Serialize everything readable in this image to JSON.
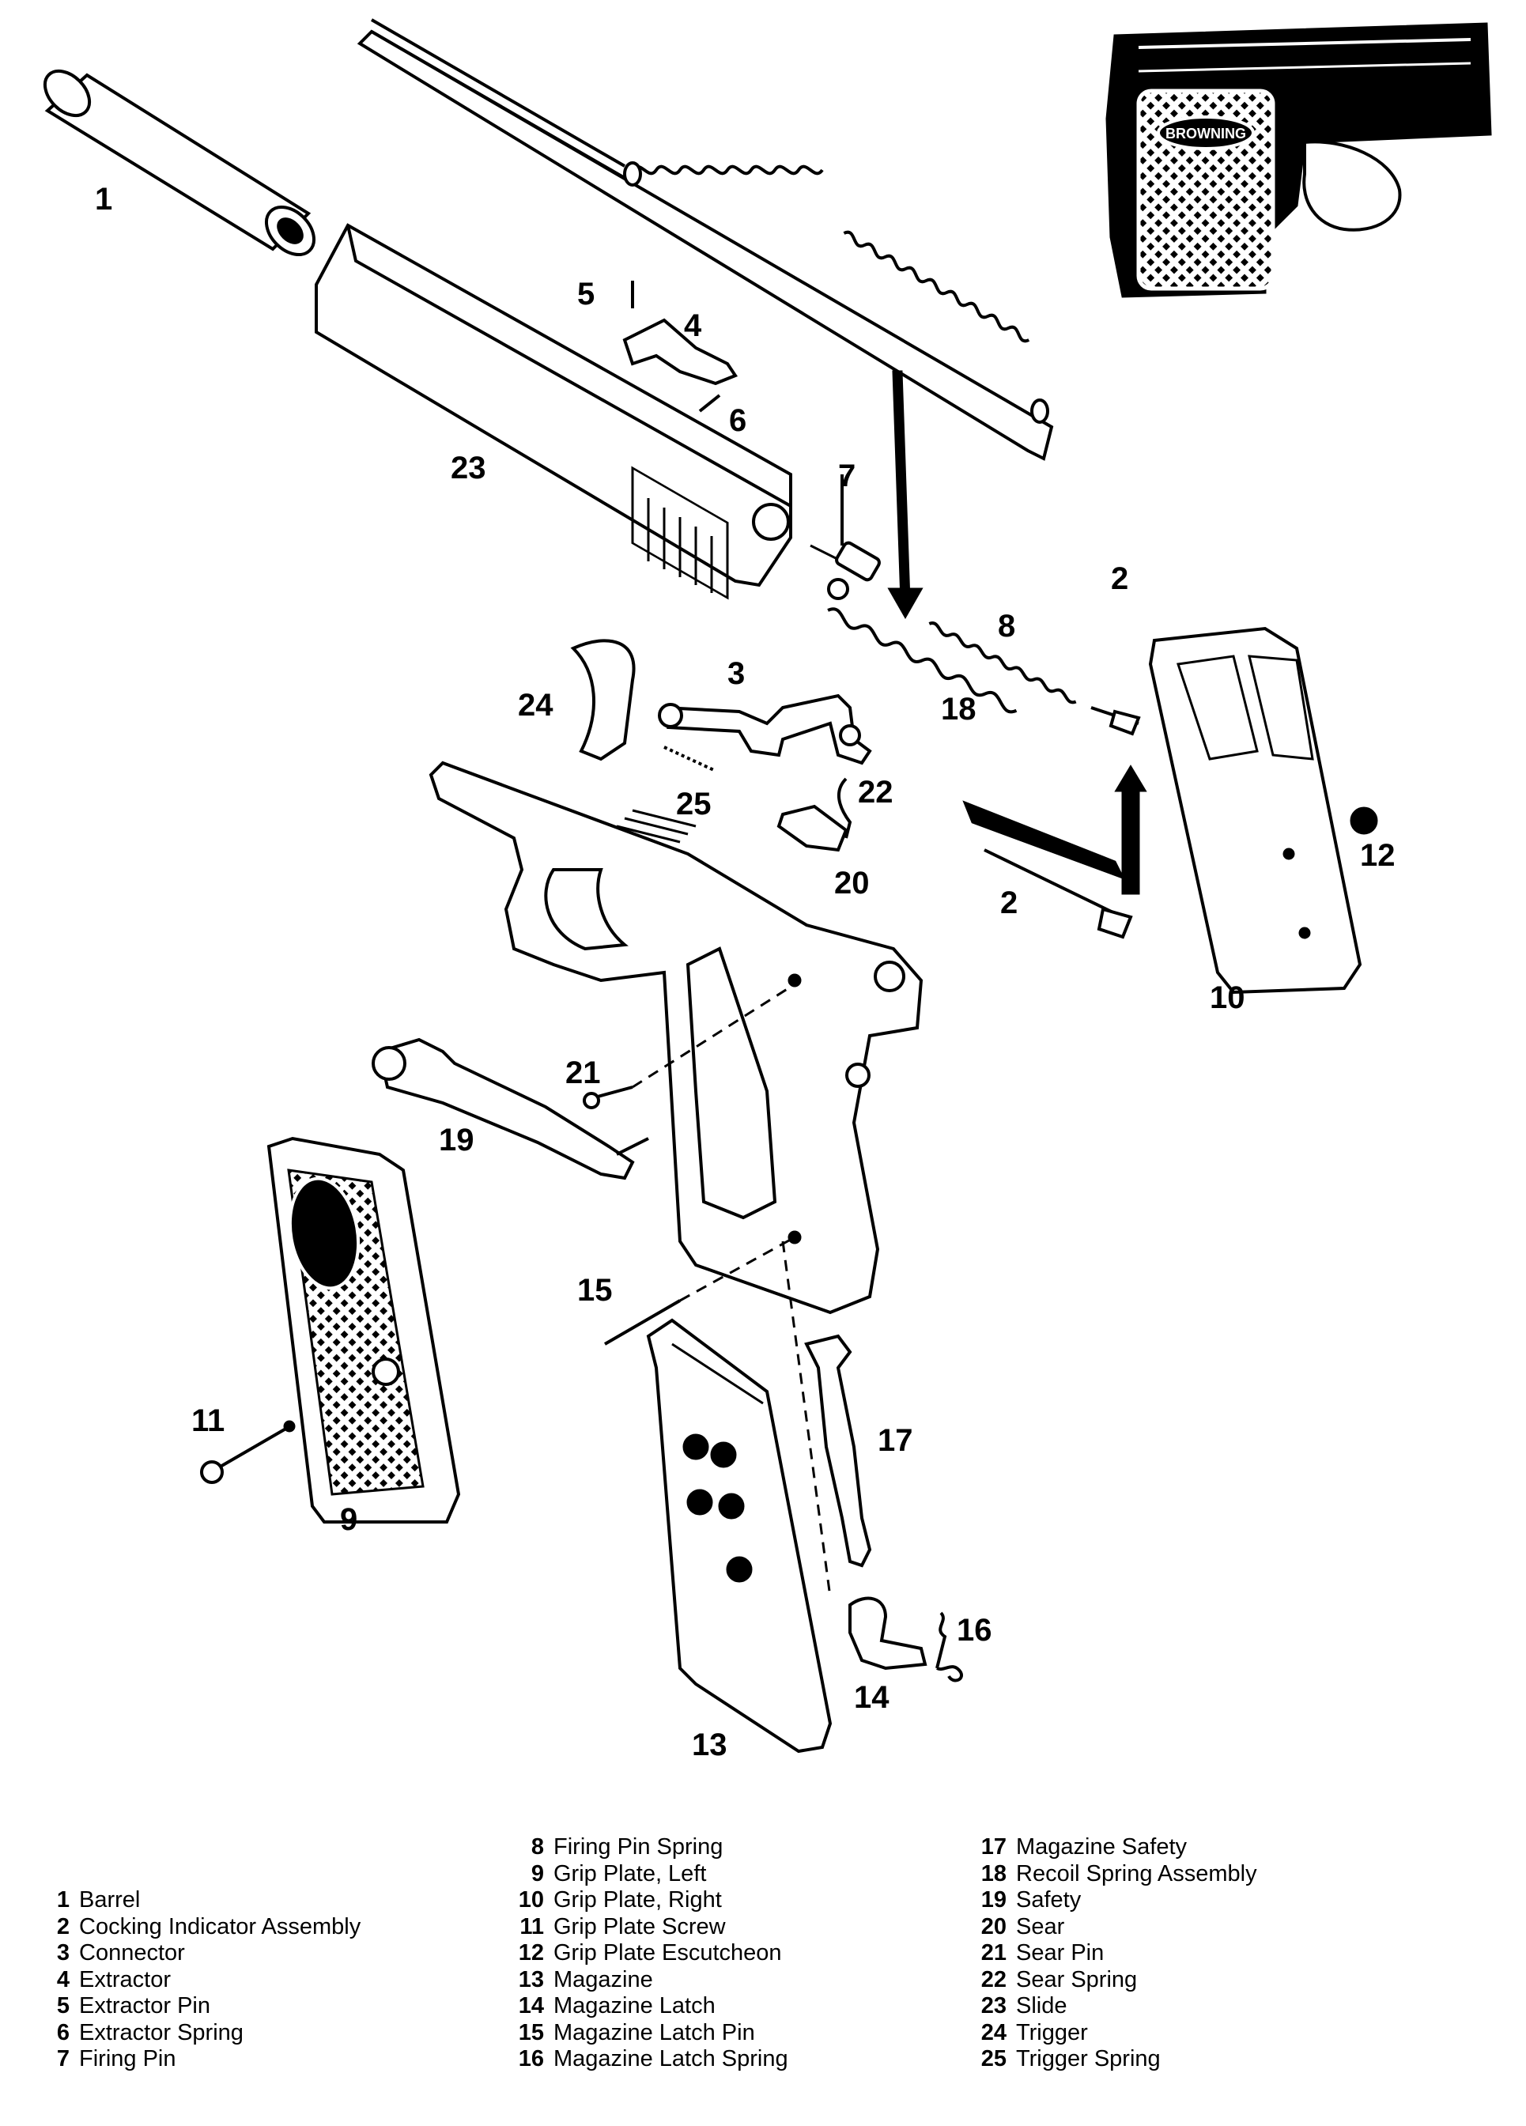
{
  "callouts": {
    "c1": "1",
    "c2a": "2",
    "c2b": "2",
    "c3": "3",
    "c4": "4",
    "c5": "5",
    "c6": "6",
    "c7": "7",
    "c8": "8",
    "c9": "9",
    "c10": "10",
    "c11": "11",
    "c12": "12",
    "c13": "13",
    "c14": "14",
    "c15": "15",
    "c16": "16",
    "c17": "17",
    "c18": "18",
    "c19": "19",
    "c20": "20",
    "c21": "21",
    "c22": "22",
    "c23": "23",
    "c24": "24",
    "c25": "25"
  },
  "emblem_text": "BROWNING",
  "legend": {
    "col1": [
      {
        "num": "1",
        "name": "Barrel"
      },
      {
        "num": "2",
        "name": "Cocking Indicator Assembly"
      },
      {
        "num": "3",
        "name": "Connector"
      },
      {
        "num": "4",
        "name": "Extractor"
      },
      {
        "num": "5",
        "name": "Extractor Pin"
      },
      {
        "num": "6",
        "name": "Extractor Spring"
      },
      {
        "num": "7",
        "name": "Firing Pin"
      }
    ],
    "col2": [
      {
        "num": "8",
        "name": "Firing Pin Spring"
      },
      {
        "num": "9",
        "name": "Grip Plate, Left"
      },
      {
        "num": "10",
        "name": "Grip Plate, Right"
      },
      {
        "num": "11",
        "name": "Grip Plate Screw"
      },
      {
        "num": "12",
        "name": "Grip Plate Escutcheon"
      },
      {
        "num": "13",
        "name": "Magazine"
      },
      {
        "num": "14",
        "name": "Magazine Latch"
      },
      {
        "num": "15",
        "name": "Magazine Latch Pin"
      },
      {
        "num": "16",
        "name": "Magazine Latch Spring"
      }
    ],
    "col3": [
      {
        "num": "17",
        "name": "Magazine Safety"
      },
      {
        "num": "18",
        "name": "Recoil Spring Assembly"
      },
      {
        "num": "19",
        "name": "Safety"
      },
      {
        "num": "20",
        "name": "Sear"
      },
      {
        "num": "21",
        "name": "Sear Pin"
      },
      {
        "num": "22",
        "name": "Sear Spring"
      },
      {
        "num": "23",
        "name": "Slide"
      },
      {
        "num": "24",
        "name": "Trigger"
      },
      {
        "num": "25",
        "name": "Trigger Spring"
      }
    ]
  }
}
